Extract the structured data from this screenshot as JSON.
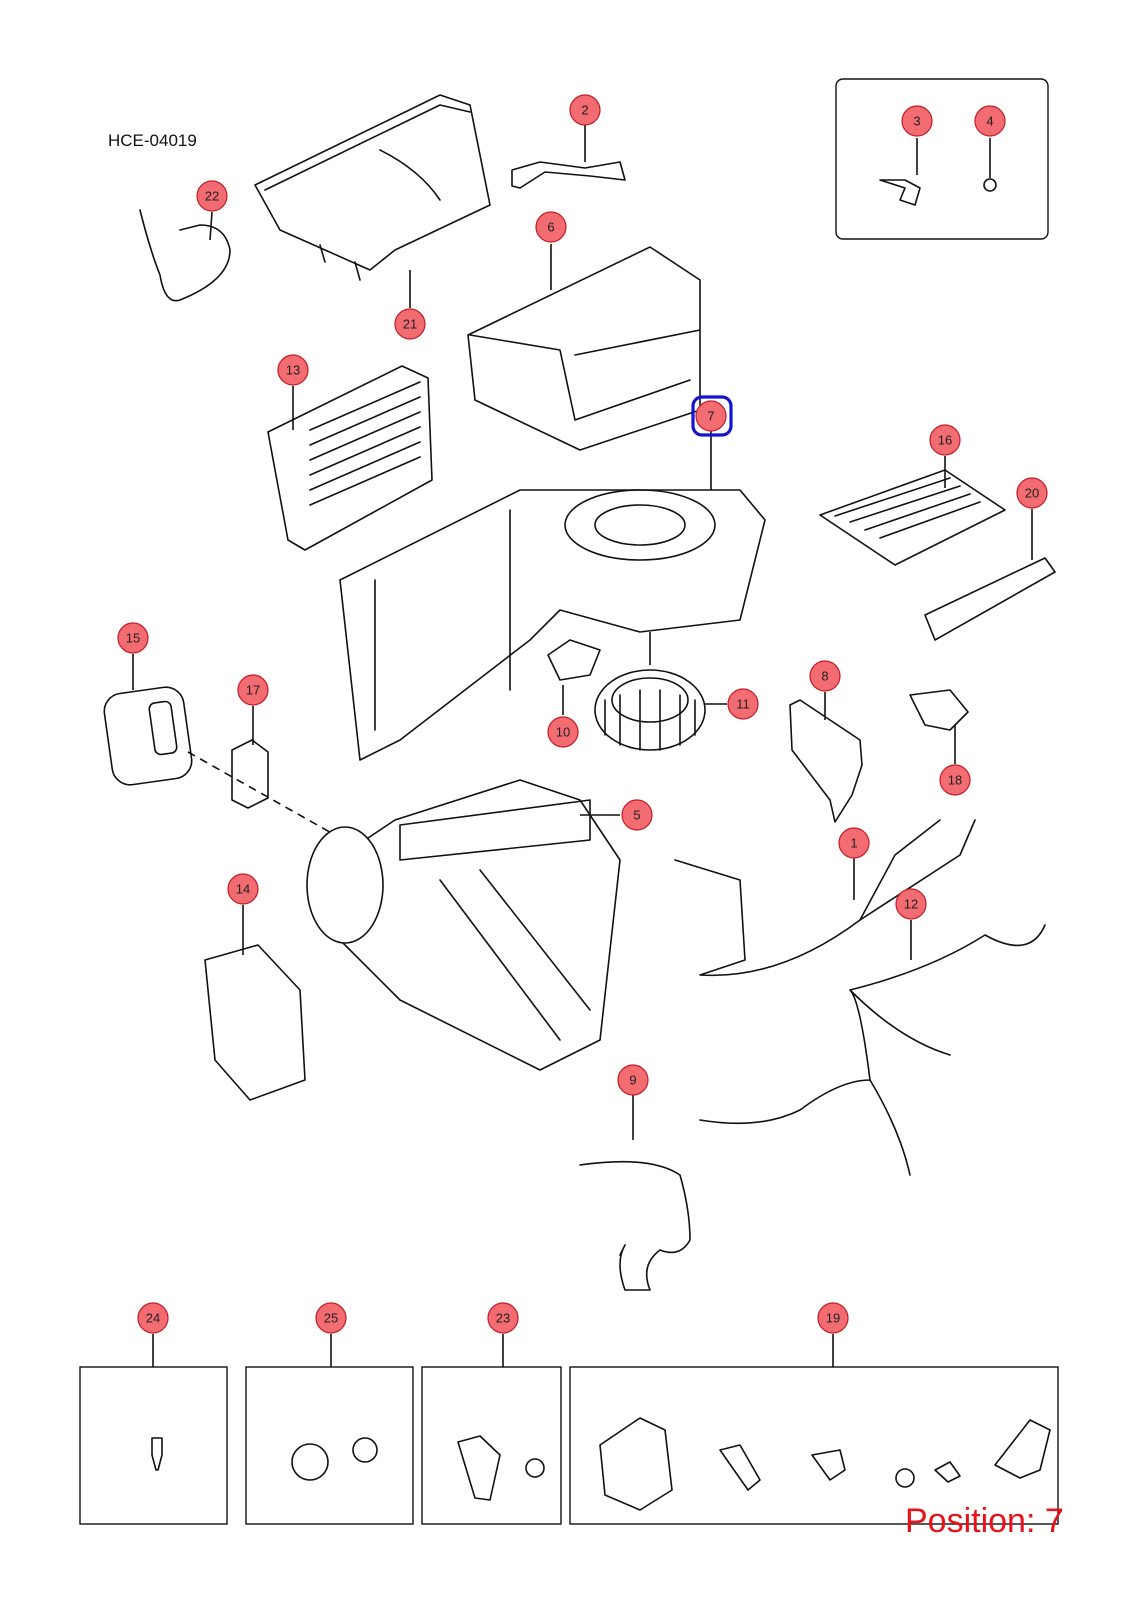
{
  "diagram_code": "HCE-04019",
  "position_label": "Position: 7",
  "highlight_color": "#1414d2",
  "callout_color": "#f26c72",
  "callouts": {
    "c1": "1",
    "c2": "2",
    "c3": "3",
    "c4": "4",
    "c5": "5",
    "c6": "6",
    "c7": "7",
    "c8": "8",
    "c9": "9",
    "c10": "10",
    "c11": "11",
    "c12": "12",
    "c13": "13",
    "c14": "14",
    "c15": "15",
    "c16": "16",
    "c17": "17",
    "c18": "18",
    "c19": "19",
    "c20": "20",
    "c21": "21",
    "c22": "22",
    "c23": "23",
    "c24": "24",
    "c25": "25"
  }
}
